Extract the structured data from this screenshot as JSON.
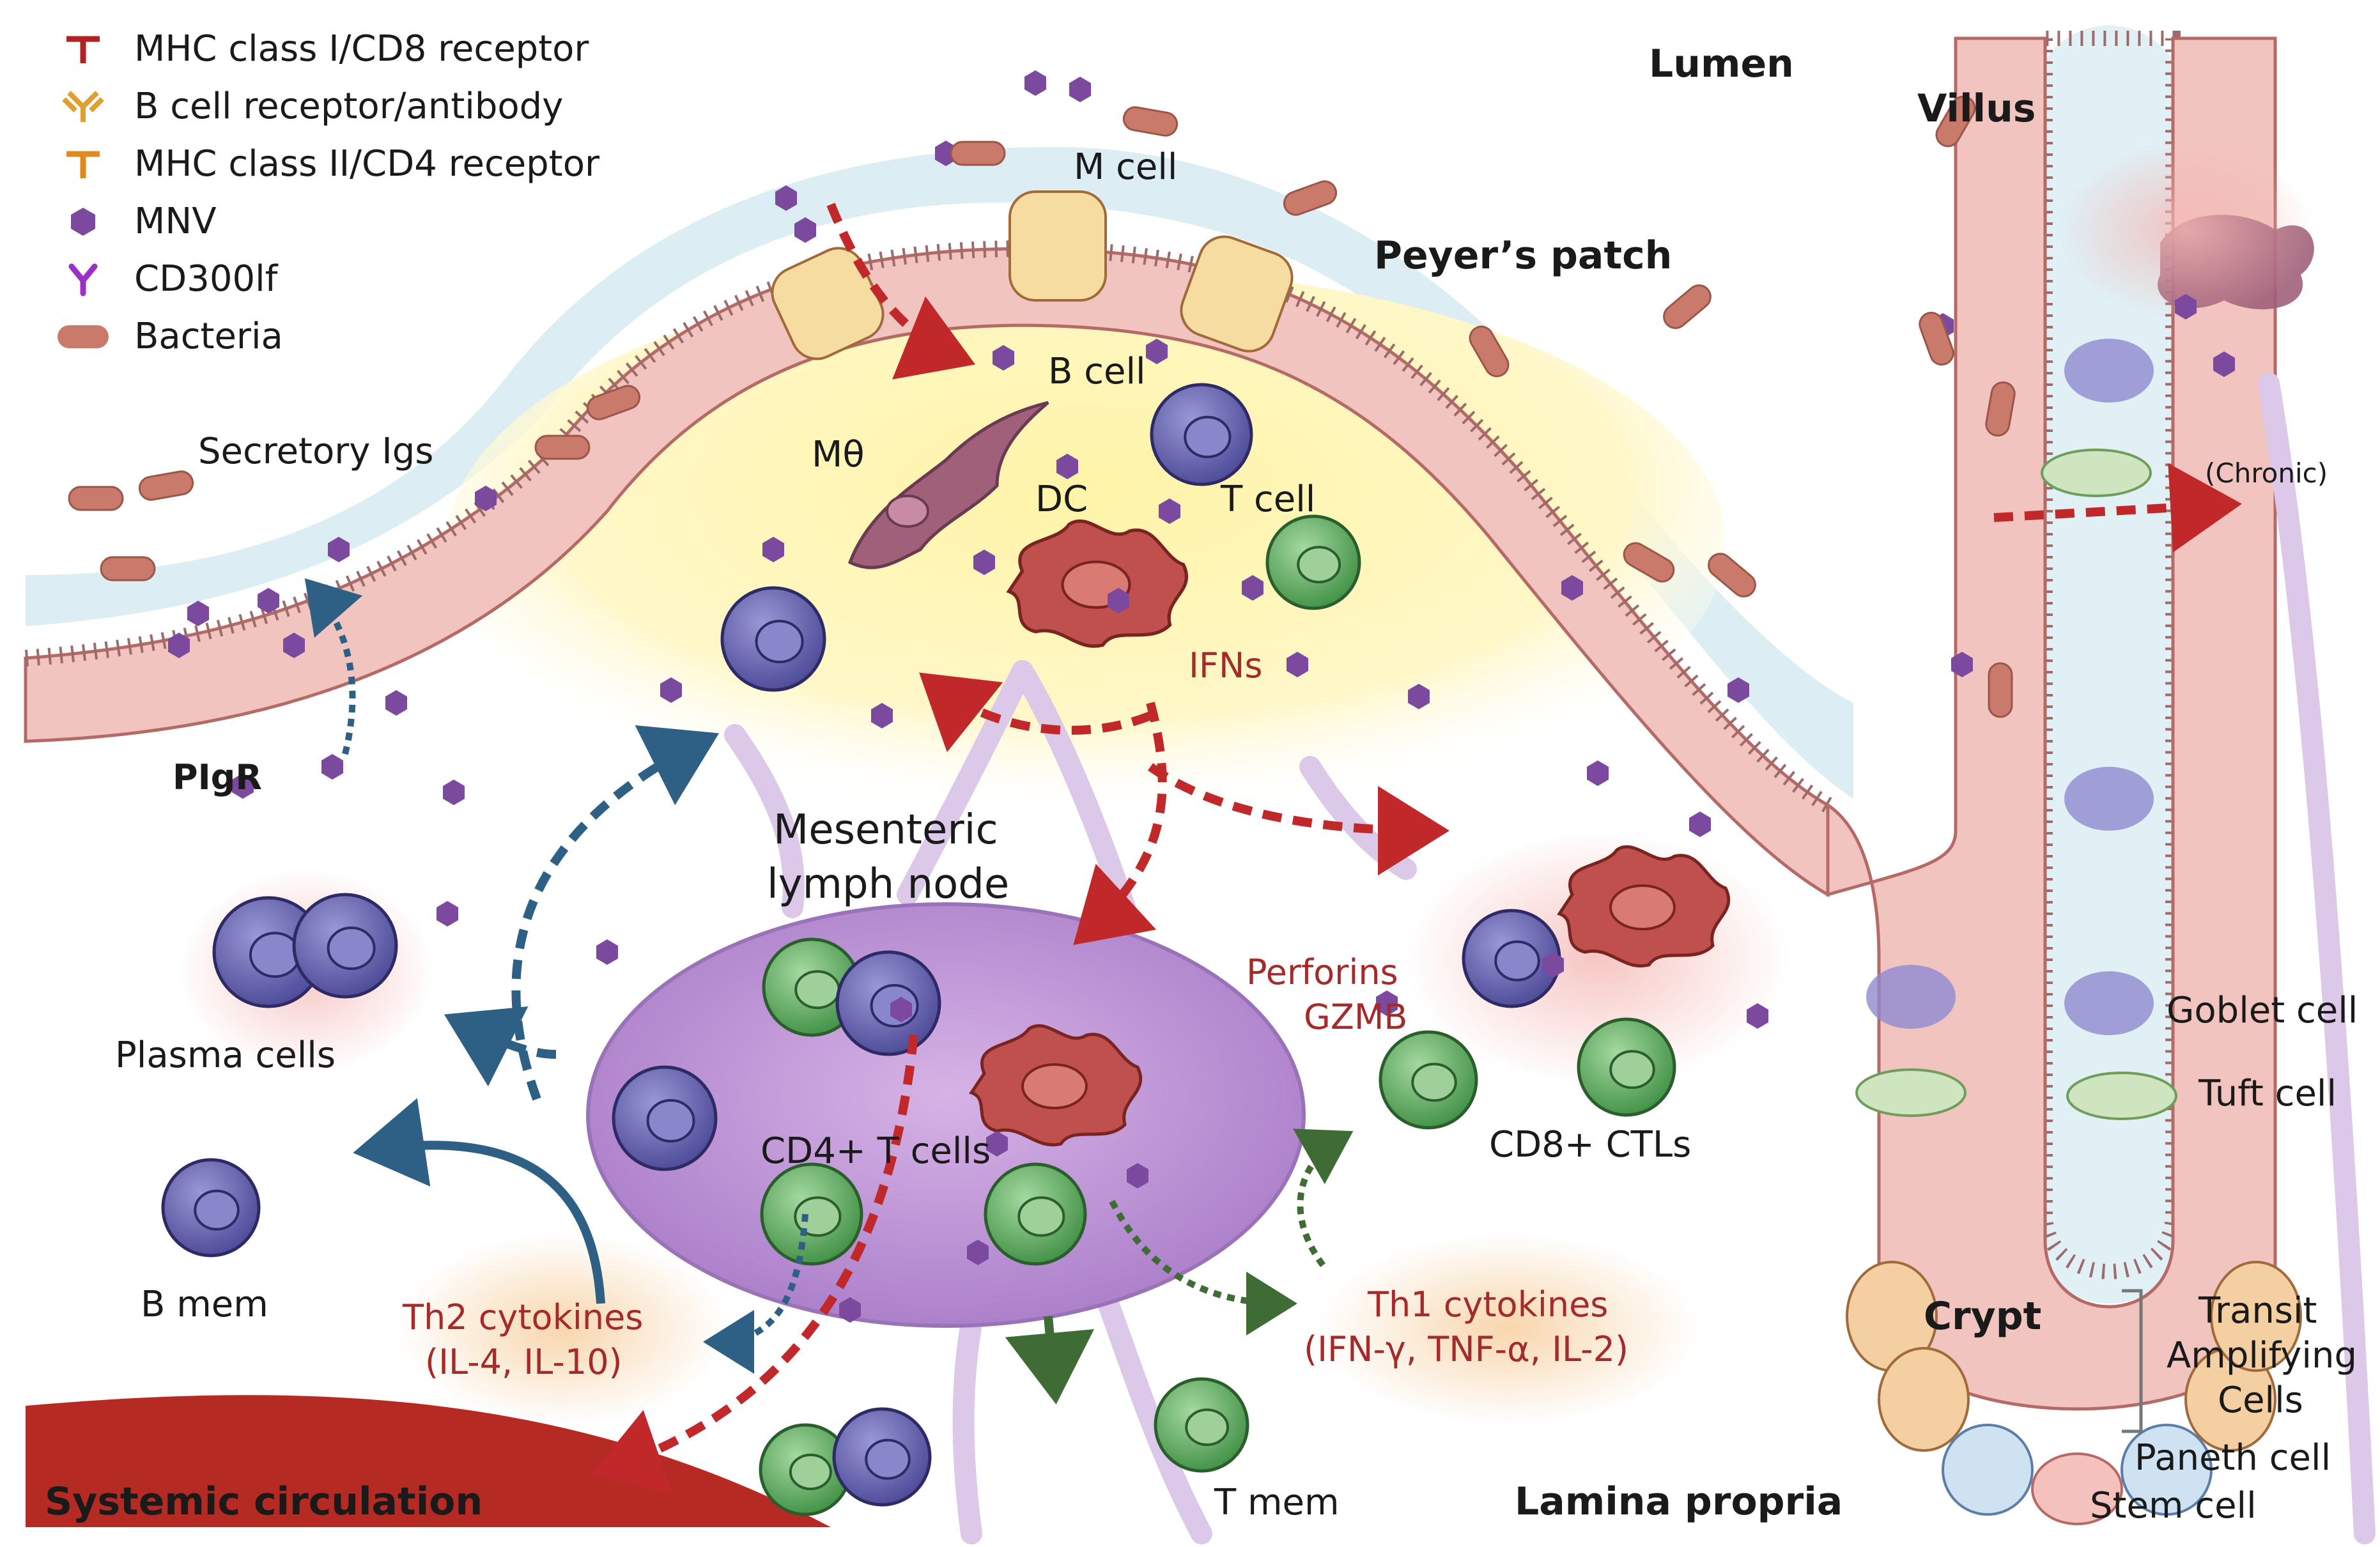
{
  "legend": [
    {
      "label": "MHC class I/CD8 receptor",
      "icon": "mhc-class-i-icon",
      "color": "#b22222"
    },
    {
      "label": "B cell receptor/antibody",
      "icon": "antibody-icon",
      "color": "#e0a030"
    },
    {
      "label": "MHC class II/CD4 receptor",
      "icon": "mhc-class-ii-icon",
      "color": "#e08a1e"
    },
    {
      "label": "MNV",
      "icon": "mnv-virus-icon",
      "color": "#7b4a9e"
    },
    {
      "label": "CD300lf",
      "icon": "cd300lf-icon",
      "color": "#9b30c8"
    },
    {
      "label": "Bacteria",
      "icon": "bacteria-icon",
      "color": "#c97a6a"
    }
  ],
  "labels": {
    "lumen": "Lumen",
    "villus": "Villus",
    "m_cell": "M cell",
    "peyers_patch": "Peyer’s patch",
    "b_cell": "B cell",
    "macrophage": "Mθ",
    "dc": "DC",
    "t_cell": "T cell",
    "secretory_igs": "Secretory Igs",
    "chronic": "(Chronic)",
    "ifns": "IFNs",
    "pigr": "PIgR",
    "mesenteric_line1": "Mesenteric",
    "mesenteric_line2": "lymph node",
    "plasma_cells": "Plasma cells",
    "perforins": "Perforins",
    "gzmb": "GZMB",
    "cd4_t_cells": "CD4+  T cells",
    "cd8_ctls": "CD8+ CTLs",
    "goblet_cell": "Goblet cell",
    "tuft_cell": "Tuft cell",
    "b_mem": "B mem",
    "th2_line1": "Th2 cytokines",
    "th2_line2": "(IL-4, IL-10)",
    "th1_line1": "Th1 cytokines",
    "th1_line2": "(IFN-γ, TNF-α, IL-2)",
    "crypt": "Crypt",
    "transit_line1": "Transit",
    "transit_line2": "Amplifying",
    "transit_line3": "Cells",
    "paneth_cell": "Paneth cell",
    "stem_cell": "Stem cell",
    "systemic_circulation": "Systemic circulation",
    "t_mem": "T mem",
    "lamina_propria": "Lamina propria"
  },
  "colors": {
    "epithelium": "#f2c4c0",
    "epithelium_edge": "#b66a66",
    "mucus": "#cfe8ef",
    "follicle": "#fff1a0",
    "lymph_node": "#c9a0dc",
    "lymph_vessel": "#d9c4e4",
    "b_cell": "#6a67b3",
    "t_cell": "#6cb56c",
    "dc": "#c0504d",
    "macrophage": "#a0607a",
    "red_arrow": "#c0282a",
    "blue_arrow": "#2e5f84",
    "green_arrow": "#3f6b34",
    "blood_vessel": "#b52a22"
  }
}
